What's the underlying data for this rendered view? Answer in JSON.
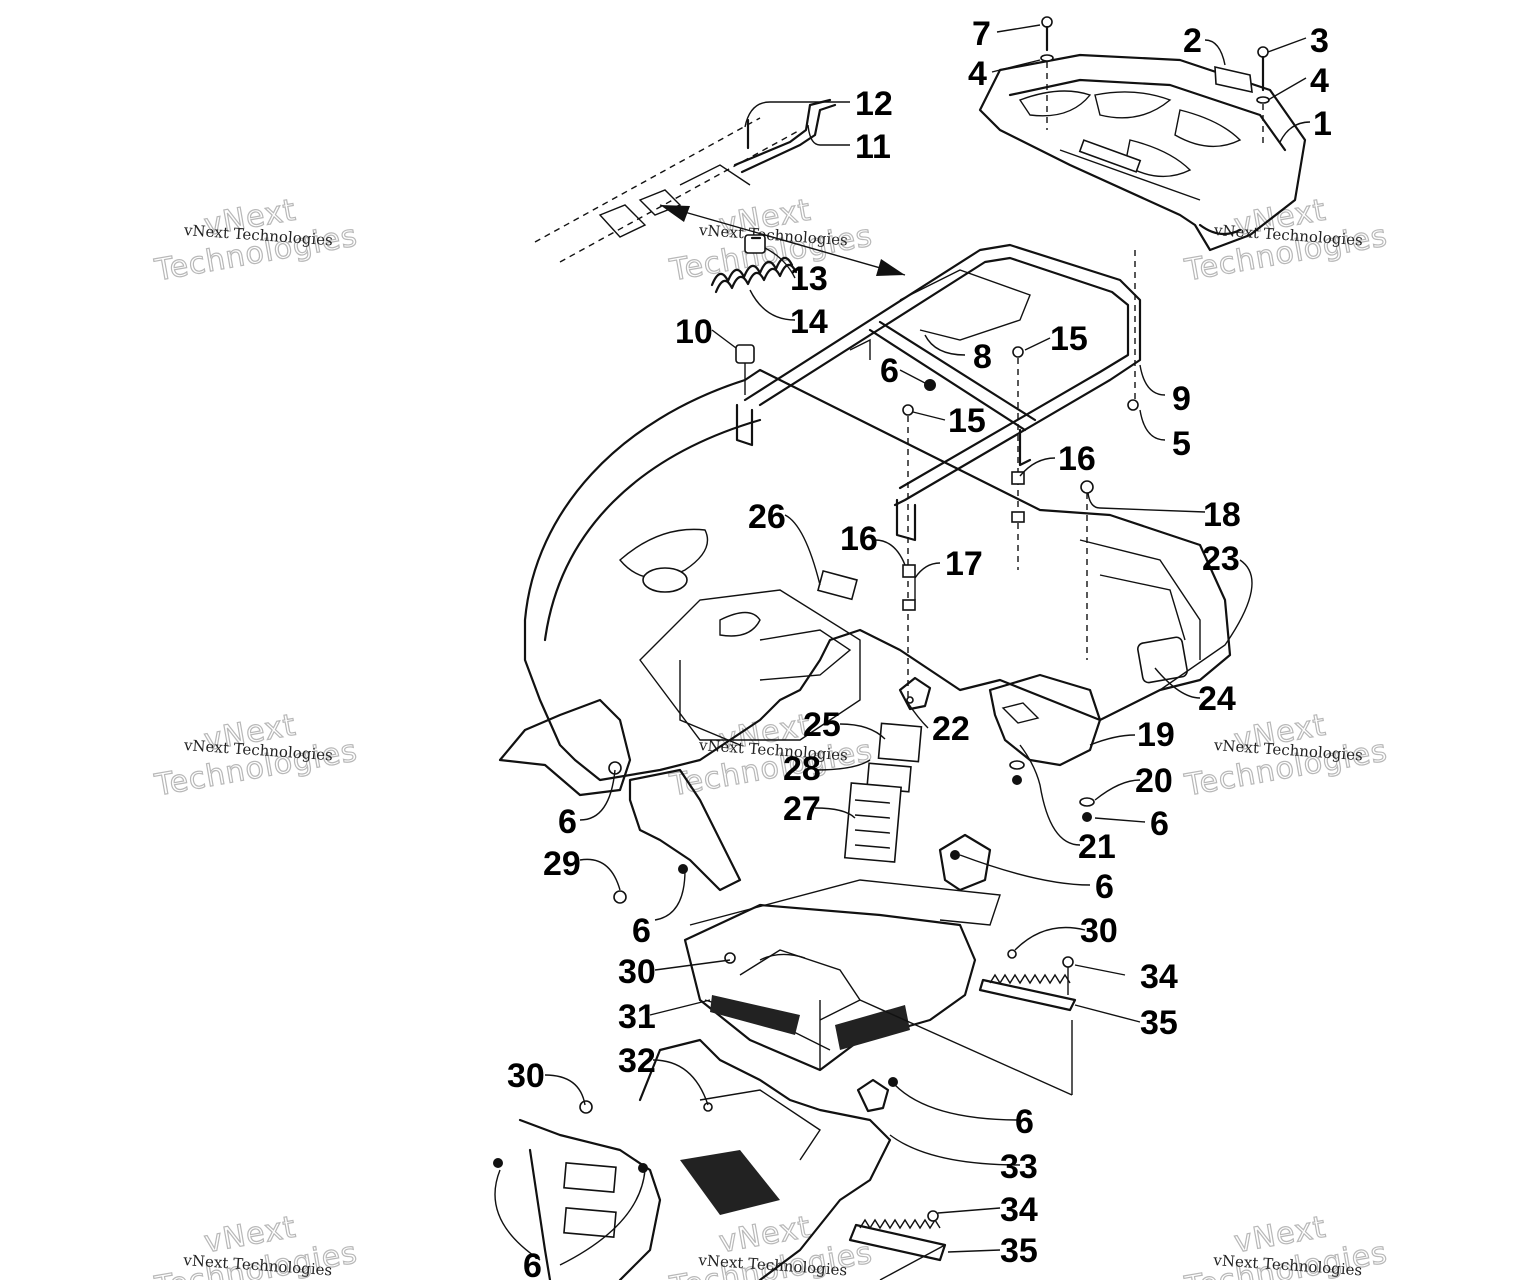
{
  "watermarks": [
    {
      "main": "vNext",
      "main2": "Technologies",
      "sub": "vNext Technologies"
    },
    {
      "main": "vNext",
      "main2": "Technologies",
      "sub": "vNext Technologies"
    },
    {
      "main": "vNext",
      "main2": "Technologies",
      "sub": "vNext Technologies"
    },
    {
      "main": "vNext",
      "main2": "Technologies",
      "sub": "vNext Technologies"
    },
    {
      "main": "vNext",
      "main2": "Technologies",
      "sub": "vNext Technologies"
    },
    {
      "main": "vNext",
      "main2": "Technologies",
      "sub": "vNext Technologies"
    },
    {
      "main": "vNext",
      "main2": "Technologies",
      "sub": "vNext Technologies"
    },
    {
      "main": "vNext",
      "main2": "Technologies",
      "sub": "vNext Technologies"
    },
    {
      "main": "vNext",
      "main2": "Technologies",
      "sub": "vNext Technologies"
    }
  ],
  "callouts": [
    "7",
    "4",
    "2",
    "3",
    "4",
    "1",
    "12",
    "11",
    "13",
    "14",
    "10",
    "6",
    "8",
    "15",
    "9",
    "5",
    "15",
    "16",
    "18",
    "26",
    "16",
    "17",
    "23",
    "24",
    "25",
    "22",
    "19",
    "28",
    "20",
    "6",
    "27",
    "6",
    "21",
    "29",
    "6",
    "6",
    "30",
    "30",
    "34",
    "31",
    "35",
    "32",
    "30",
    "6",
    "33",
    "34",
    "6",
    "35"
  ]
}
